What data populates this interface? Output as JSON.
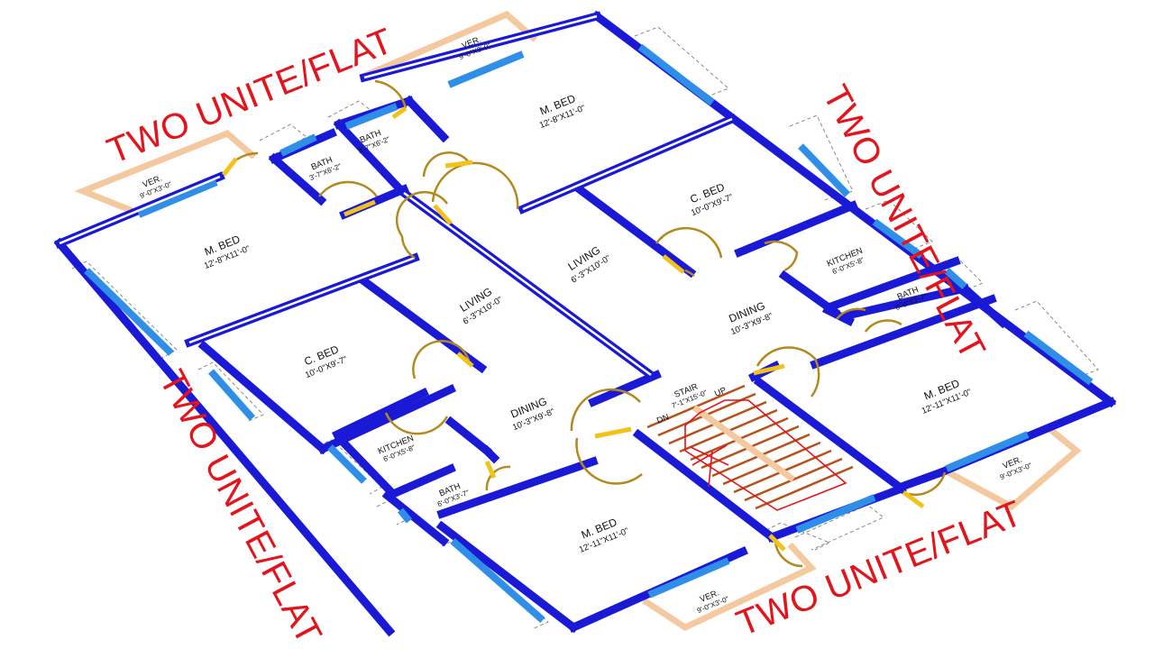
{
  "captions": {
    "top_left": "TWO UNITE/FLAT",
    "top_right": "TWO UNITE/FLAT",
    "bottom_left": "TWO UNITE/FLAT",
    "bottom_right": "TWO UNITE/FLAT"
  },
  "rooms": {
    "ver_top": {
      "name": "VER.",
      "size": "9'-0\"X3'-0\""
    },
    "mbed_top": {
      "name": "M. BED",
      "size": "12'-8\"X11'-0\""
    },
    "bath_top_right": {
      "name": "BATH",
      "size": "3'-7\"X6'-2\""
    },
    "bath_top_left": {
      "name": "BATH",
      "size": "3'-7\"X6'-2\""
    },
    "ver_left": {
      "name": "VER.",
      "size": "9'-0\"X3'-0\""
    },
    "mbed_left": {
      "name": "M. BED",
      "size": "12'-8\"X11'-0\""
    },
    "cbed_right": {
      "name": "C. BED",
      "size": "10'-0\"X9'-7\""
    },
    "living_top": {
      "name": "LIVING",
      "size": "6'-3\"X10'-0\""
    },
    "living_left": {
      "name": "LIVING",
      "size": "6'-3\"X10'-0\""
    },
    "kitchen_right": {
      "name": "KITCHEN",
      "size": "6'-0\"X5'-8\""
    },
    "bath_right": {
      "name": "BATH",
      "size": "6'-0\"X3'-7\""
    },
    "dining_right": {
      "name": "DINING",
      "size": "10'-3\"X9'-8\""
    },
    "cbed_left": {
      "name": "C. BED",
      "size": "10'-0\"X9'-7\""
    },
    "dining_left": {
      "name": "DINING",
      "size": "10'-3\"X9'-8\""
    },
    "kitchen_left": {
      "name": "KITCHEN",
      "size": "6'-0\"X5'-8\""
    },
    "bath_left": {
      "name": "BATH",
      "size": "6'-0\"X3'-7\""
    },
    "stair": {
      "name": "STAIR",
      "size": "7'-1\"X15'-0\""
    },
    "stair_up": "UP",
    "stair_dn": "DN",
    "mbed_right": {
      "name": "M. BED",
      "size": "12'-11\"X11'-0\""
    },
    "ver_right": {
      "name": "VER.",
      "size": "9'-0\"X3'-0\""
    },
    "mbed_bottom": {
      "name": "M. BED",
      "size": "12'-11\"X11'-0\""
    },
    "ver_bottom": {
      "name": "VER.",
      "size": "9'-0\"X3'-0\""
    }
  },
  "colors": {
    "wall": "#1a1ad6",
    "window": "#2f8fe8",
    "door": "#b48a1e",
    "balcony": "#f4c9a0",
    "caption": "#e3141b"
  }
}
